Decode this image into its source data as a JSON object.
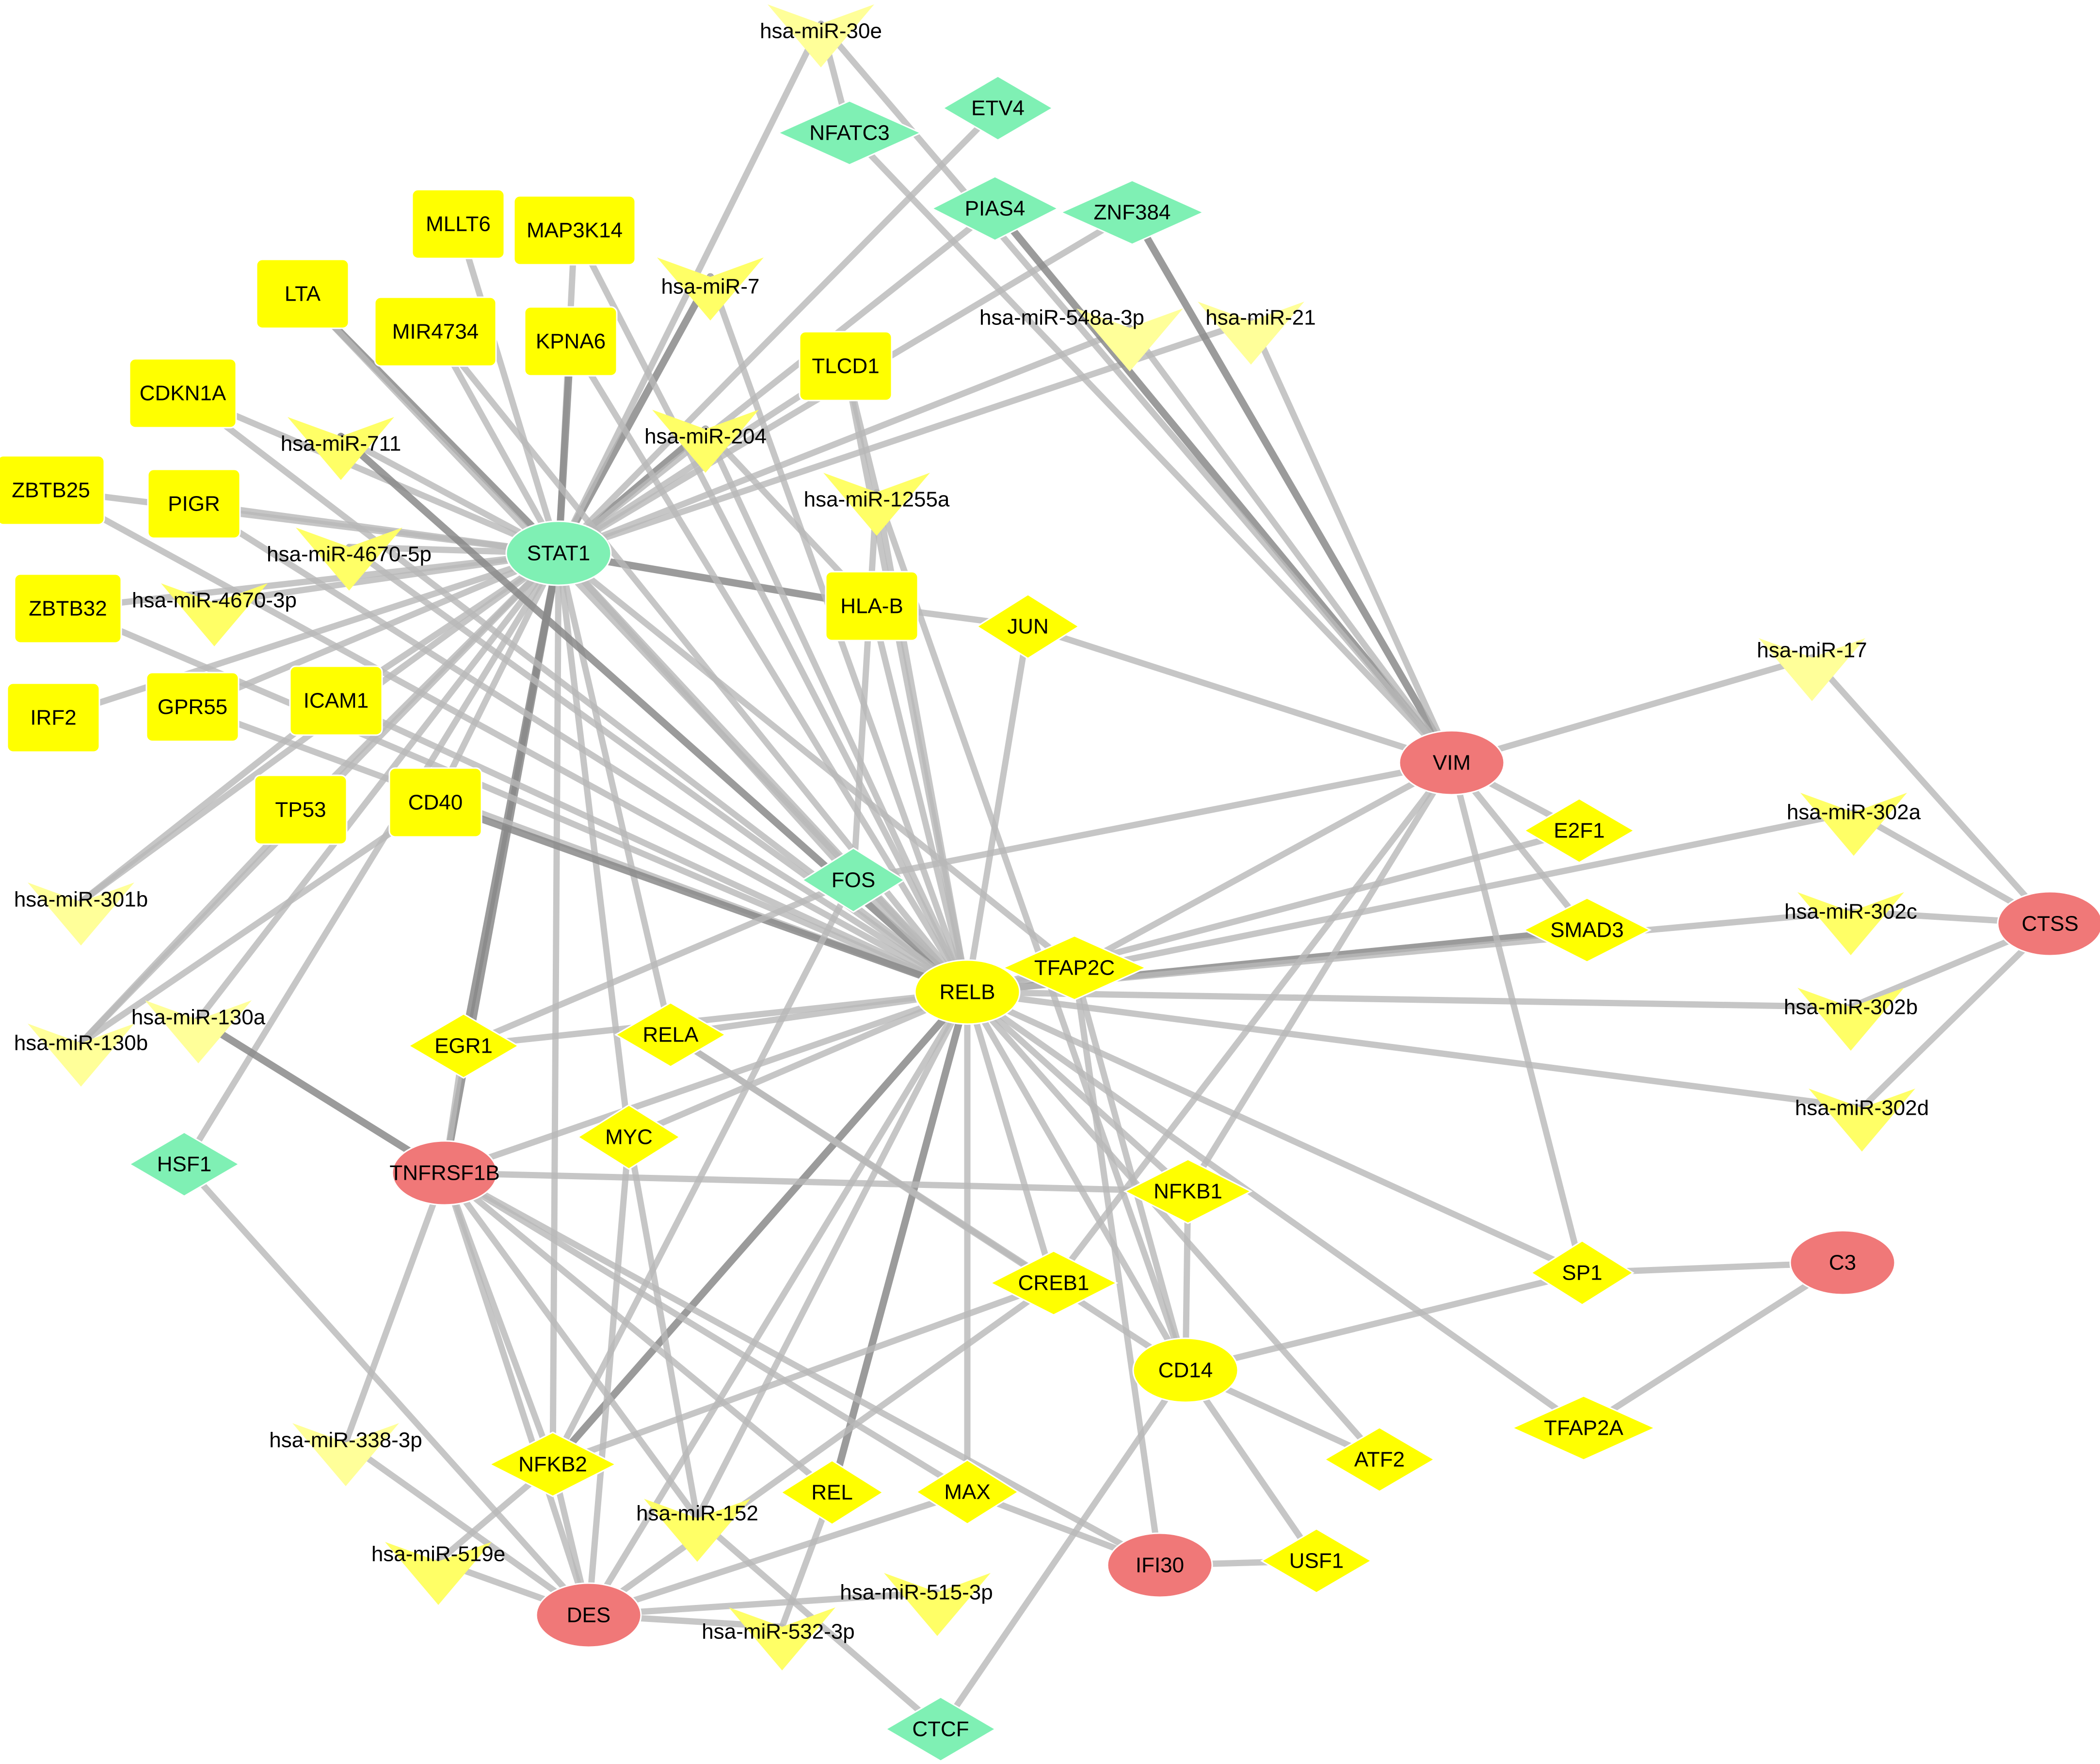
{
  "colors": {
    "edge": "#b8b8b8",
    "hub_edge": "#8a8a8a",
    "yellow": "#ffff00",
    "green": "#7ff0b4",
    "red": "#f07878",
    "mirna": "#ffff66",
    "mirna_faint": "#ffff99",
    "stroke": "#ffffff",
    "label": "#000000"
  },
  "nodes": [
    {
      "id": "STAT1",
      "label": "STAT1",
      "shape": "ellipse",
      "color": "green"
    },
    {
      "id": "RELB",
      "label": "RELB",
      "shape": "ellipse",
      "color": "yellow"
    },
    {
      "id": "CD14",
      "label": "CD14",
      "shape": "ellipse",
      "color": "yellow"
    },
    {
      "id": "VIM",
      "label": "VIM",
      "shape": "ellipse",
      "color": "red"
    },
    {
      "id": "CTSS",
      "label": "CTSS",
      "shape": "ellipse",
      "color": "red"
    },
    {
      "id": "C3",
      "label": "C3",
      "shape": "ellipse",
      "color": "red"
    },
    {
      "id": "TNFRSF1B",
      "label": "TNFRSF1B",
      "shape": "ellipse",
      "color": "red"
    },
    {
      "id": "DES",
      "label": "DES",
      "shape": "ellipse",
      "color": "red"
    },
    {
      "id": "IFI30",
      "label": "IFI30",
      "shape": "ellipse",
      "color": "red"
    },
    {
      "id": "MLLT6",
      "label": "MLLT6",
      "shape": "rect",
      "color": "yellow"
    },
    {
      "id": "MAP3K14",
      "label": "MAP3K14",
      "shape": "rect",
      "color": "yellow"
    },
    {
      "id": "LTA",
      "label": "LTA",
      "shape": "rect",
      "color": "yellow"
    },
    {
      "id": "MIR4734",
      "label": "MIR4734",
      "shape": "rect",
      "color": "yellow"
    },
    {
      "id": "KPNA6",
      "label": "KPNA6",
      "shape": "rect",
      "color": "yellow"
    },
    {
      "id": "TLCD1",
      "label": "TLCD1",
      "shape": "rect",
      "color": "yellow"
    },
    {
      "id": "CDKN1A",
      "label": "CDKN1A",
      "shape": "rect",
      "color": "yellow"
    },
    {
      "id": "ZBTB25",
      "label": "ZBTB25",
      "shape": "rect",
      "color": "yellow"
    },
    {
      "id": "PIGR",
      "label": "PIGR",
      "shape": "rect",
      "color": "yellow"
    },
    {
      "id": "ZBTB32",
      "label": "ZBTB32",
      "shape": "rect",
      "color": "yellow"
    },
    {
      "id": "IRF2",
      "label": "IRF2",
      "shape": "rect",
      "color": "yellow"
    },
    {
      "id": "GPR55",
      "label": "GPR55",
      "shape": "rect",
      "color": "yellow"
    },
    {
      "id": "ICAM1",
      "label": "ICAM1",
      "shape": "rect",
      "color": "yellow"
    },
    {
      "id": "TP53",
      "label": "TP53",
      "shape": "rect",
      "color": "yellow"
    },
    {
      "id": "CD40",
      "label": "CD40",
      "shape": "rect",
      "color": "yellow"
    },
    {
      "id": "HLA-B",
      "label": "HLA-B",
      "shape": "rect",
      "color": "yellow"
    },
    {
      "id": "NFATC3",
      "label": "NFATC3",
      "shape": "diamond",
      "color": "green"
    },
    {
      "id": "ETV4",
      "label": "ETV4",
      "shape": "diamond",
      "color": "green"
    },
    {
      "id": "PIAS4",
      "label": "PIAS4",
      "shape": "diamond",
      "color": "green"
    },
    {
      "id": "ZNF384",
      "label": "ZNF384",
      "shape": "diamond",
      "color": "green"
    },
    {
      "id": "FOS",
      "label": "FOS",
      "shape": "diamond",
      "color": "green"
    },
    {
      "id": "HSF1",
      "label": "HSF1",
      "shape": "diamond",
      "color": "green"
    },
    {
      "id": "CTCF",
      "label": "CTCF",
      "shape": "diamond",
      "color": "green"
    },
    {
      "id": "JUN",
      "label": "JUN",
      "shape": "diamond",
      "color": "yellow"
    },
    {
      "id": "E2F1",
      "label": "E2F1",
      "shape": "diamond",
      "color": "yellow"
    },
    {
      "id": "SMAD3",
      "label": "SMAD3",
      "shape": "diamond",
      "color": "yellow"
    },
    {
      "id": "TFAP2C",
      "label": "TFAP2C",
      "shape": "diamond",
      "color": "yellow"
    },
    {
      "id": "EGR1",
      "label": "EGR1",
      "shape": "diamond",
      "color": "yellow"
    },
    {
      "id": "RELA",
      "label": "RELA",
      "shape": "diamond",
      "color": "yellow"
    },
    {
      "id": "MYC",
      "label": "MYC",
      "shape": "diamond",
      "color": "yellow"
    },
    {
      "id": "NFKB1",
      "label": "NFKB1",
      "shape": "diamond",
      "color": "yellow"
    },
    {
      "id": "CREB1",
      "label": "CREB1",
      "shape": "diamond",
      "color": "yellow"
    },
    {
      "id": "SP1",
      "label": "SP1",
      "shape": "diamond",
      "color": "yellow"
    },
    {
      "id": "TFAP2A",
      "label": "TFAP2A",
      "shape": "diamond",
      "color": "yellow"
    },
    {
      "id": "ATF2",
      "label": "ATF2",
      "shape": "diamond",
      "color": "yellow"
    },
    {
      "id": "USF1",
      "label": "USF1",
      "shape": "diamond",
      "color": "yellow"
    },
    {
      "id": "NFKB2",
      "label": "NFKB2",
      "shape": "diamond",
      "color": "yellow"
    },
    {
      "id": "REL",
      "label": "REL",
      "shape": "diamond",
      "color": "yellow"
    },
    {
      "id": "MAX",
      "label": "MAX",
      "shape": "diamond",
      "color": "yellow"
    },
    {
      "id": "miR-30e",
      "label": "hsa-miR-30e",
      "shape": "v",
      "color": "mirna_faint"
    },
    {
      "id": "miR-7",
      "label": "hsa-miR-7",
      "shape": "v",
      "color": "mirna"
    },
    {
      "id": "miR-548a-3p",
      "label": "hsa-miR-548a-3p",
      "shape": "v",
      "color": "mirna_faint"
    },
    {
      "id": "miR-21",
      "label": "hsa-miR-21",
      "shape": "v",
      "color": "mirna_faint"
    },
    {
      "id": "miR-711",
      "label": "hsa-miR-711",
      "shape": "v",
      "color": "mirna"
    },
    {
      "id": "miR-204",
      "label": "hsa-miR-204",
      "shape": "v",
      "color": "mirna"
    },
    {
      "id": "miR-1255a",
      "label": "hsa-miR-1255a",
      "shape": "v",
      "color": "mirna"
    },
    {
      "id": "miR-4670-5p",
      "label": "hsa-miR-4670-5p",
      "shape": "v",
      "color": "mirna"
    },
    {
      "id": "miR-4670-3p",
      "label": "hsa-miR-4670-3p",
      "shape": "v",
      "color": "mirna"
    },
    {
      "id": "miR-17",
      "label": "hsa-miR-17",
      "shape": "v",
      "color": "mirna_faint"
    },
    {
      "id": "miR-302a",
      "label": "hsa-miR-302a",
      "shape": "v",
      "color": "mirna"
    },
    {
      "id": "miR-302c",
      "label": "hsa-miR-302c",
      "shape": "v",
      "color": "mirna"
    },
    {
      "id": "miR-302b",
      "label": "hsa-miR-302b",
      "shape": "v",
      "color": "mirna"
    },
    {
      "id": "miR-302d",
      "label": "hsa-miR-302d",
      "shape": "v",
      "color": "mirna"
    },
    {
      "id": "miR-301b",
      "label": "hsa-miR-301b",
      "shape": "v",
      "color": "mirna_faint"
    },
    {
      "id": "miR-130a",
      "label": "hsa-miR-130a",
      "shape": "v",
      "color": "mirna_faint"
    },
    {
      "id": "miR-130b",
      "label": "hsa-miR-130b",
      "shape": "v",
      "color": "mirna_faint"
    },
    {
      "id": "miR-338-3p",
      "label": "hsa-miR-338-3p",
      "shape": "v",
      "color": "mirna_faint"
    },
    {
      "id": "miR-519e",
      "label": "hsa-miR-519e",
      "shape": "v",
      "color": "mirna"
    },
    {
      "id": "miR-152",
      "label": "hsa-miR-152",
      "shape": "v",
      "color": "mirna"
    },
    {
      "id": "miR-515-3p",
      "label": "hsa-miR-515-3p",
      "shape": "v",
      "color": "mirna"
    },
    {
      "id": "miR-532-3p",
      "label": "hsa-miR-532-3p",
      "shape": "v",
      "color": "mirna"
    }
  ],
  "edges": [
    [
      "STAT1",
      "LTA"
    ],
    [
      "STAT1",
      "MLLT6"
    ],
    [
      "STAT1",
      "MAP3K14"
    ],
    [
      "STAT1",
      "MIR4734"
    ],
    [
      "STAT1",
      "KPNA6"
    ],
    [
      "STAT1",
      "TLCD1"
    ],
    [
      "STAT1",
      "CDKN1A"
    ],
    [
      "STAT1",
      "ZBTB25"
    ],
    [
      "STAT1",
      "PIGR"
    ],
    [
      "STAT1",
      "ZBTB32"
    ],
    [
      "STAT1",
      "IRF2"
    ],
    [
      "STAT1",
      "GPR55"
    ],
    [
      "STAT1",
      "ICAM1"
    ],
    [
      "STAT1",
      "TP53"
    ],
    [
      "STAT1",
      "CD40"
    ],
    [
      "STAT1",
      "HLA-B"
    ],
    [
      "STAT1",
      "miR-711"
    ],
    [
      "STAT1",
      "miR-4670-5p"
    ],
    [
      "STAT1",
      "miR-4670-3p"
    ],
    [
      "STAT1",
      "miR-204"
    ],
    [
      "STAT1",
      "miR-7"
    ],
    [
      "STAT1",
      "miR-30e"
    ],
    [
      "STAT1",
      "PIAS4"
    ],
    [
      "STAT1",
      "ETV4"
    ],
    [
      "STAT1",
      "ZNF384"
    ],
    [
      "STAT1",
      "miR-548a-3p"
    ],
    [
      "STAT1",
      "miR-21"
    ],
    [
      "STAT1",
      "FOS"
    ],
    [
      "STAT1",
      "RELB"
    ],
    [
      "STAT1",
      "EGR1"
    ],
    [
      "STAT1",
      "RELA"
    ],
    [
      "STAT1",
      "MYC"
    ],
    [
      "STAT1",
      "TFAP2C"
    ],
    [
      "STAT1",
      "miR-301b"
    ],
    [
      "STAT1",
      "miR-130a"
    ],
    [
      "STAT1",
      "miR-130b"
    ],
    [
      "STAT1",
      "HSF1"
    ],
    [
      "STAT1",
      "TNFRSF1B"
    ],
    [
      "STAT1",
      "NFKB2"
    ],
    [
      "RELB",
      "LTA"
    ],
    [
      "RELB",
      "MIR4734"
    ],
    [
      "RELB",
      "KPNA6"
    ],
    [
      "RELB",
      "MAP3K14"
    ],
    [
      "RELB",
      "CDKN1A"
    ],
    [
      "RELB",
      "ZBTB25"
    ],
    [
      "RELB",
      "PIGR"
    ],
    [
      "RELB",
      "ZBTB32"
    ],
    [
      "RELB",
      "GPR55"
    ],
    [
      "RELB",
      "ICAM1"
    ],
    [
      "RELB",
      "CD40"
    ],
    [
      "RELB",
      "miR-711"
    ],
    [
      "RELB",
      "miR-4670-5p"
    ],
    [
      "RELB",
      "miR-7"
    ],
    [
      "RELB",
      "miR-204"
    ],
    [
      "RELB",
      "miR-1255a"
    ],
    [
      "RELB",
      "TLCD1"
    ],
    [
      "RELB",
      "HLA-B"
    ],
    [
      "RELB",
      "JUN"
    ],
    [
      "RELB",
      "FOS"
    ],
    [
      "RELB",
      "TFAP2C"
    ],
    [
      "RELB",
      "E2F1"
    ],
    [
      "RELB",
      "SMAD3"
    ],
    [
      "RELB",
      "miR-302a"
    ],
    [
      "RELB",
      "miR-302c"
    ],
    [
      "RELB",
      "miR-302b"
    ],
    [
      "RELB",
      "miR-302d"
    ],
    [
      "RELB",
      "RELA"
    ],
    [
      "RELB",
      "EGR1"
    ],
    [
      "RELB",
      "MYC"
    ],
    [
      "RELB",
      "NFKB1"
    ],
    [
      "RELB",
      "CREB1"
    ],
    [
      "RELB",
      "SP1"
    ],
    [
      "RELB",
      "TFAP2A"
    ],
    [
      "RELB",
      "CD14"
    ],
    [
      "RELB",
      "ATF2"
    ],
    [
      "RELB",
      "NFKB2"
    ],
    [
      "RELB",
      "REL"
    ],
    [
      "RELB",
      "MAX"
    ],
    [
      "RELB",
      "miR-152"
    ],
    [
      "RELB",
      "DES"
    ],
    [
      "RELB",
      "TNFRSF1B"
    ],
    [
      "VIM",
      "PIAS4"
    ],
    [
      "VIM",
      "ZNF384"
    ],
    [
      "VIM",
      "NFATC3"
    ],
    [
      "VIM",
      "miR-548a-3p"
    ],
    [
      "VIM",
      "miR-21"
    ],
    [
      "VIM",
      "miR-30e"
    ],
    [
      "VIM",
      "FOS"
    ],
    [
      "VIM",
      "JUN"
    ],
    [
      "VIM",
      "miR-17"
    ],
    [
      "VIM",
      "E2F1"
    ],
    [
      "VIM",
      "SMAD3"
    ],
    [
      "VIM",
      "TFAP2C"
    ],
    [
      "VIM",
      "NFKB1"
    ],
    [
      "VIM",
      "CREB1"
    ],
    [
      "VIM",
      "SP1"
    ],
    [
      "CTSS",
      "miR-17"
    ],
    [
      "CTSS",
      "miR-302a"
    ],
    [
      "CTSS",
      "miR-302c"
    ],
    [
      "CTSS",
      "miR-302b"
    ],
    [
      "CTSS",
      "miR-302d"
    ],
    [
      "C3",
      "SP1"
    ],
    [
      "C3",
      "TFAP2A"
    ],
    [
      "CD14",
      "TFAP2C"
    ],
    [
      "CD14",
      "NFKB1"
    ],
    [
      "CD14",
      "SP1"
    ],
    [
      "CD14",
      "ATF2"
    ],
    [
      "CD14",
      "USF1"
    ],
    [
      "CD14",
      "CTCF"
    ],
    [
      "CD14",
      "miR-1255a"
    ],
    [
      "CD14",
      "RELA"
    ],
    [
      "IFI30",
      "USF1"
    ],
    [
      "IFI30",
      "MAX"
    ],
    [
      "IFI30",
      "TFAP2C"
    ],
    [
      "IFI30",
      "TNFRSF1B"
    ],
    [
      "TNFRSF1B",
      "NFKB1"
    ],
    [
      "TNFRSF1B",
      "miR-130a"
    ],
    [
      "TNFRSF1B",
      "miR-338-3p"
    ],
    [
      "TNFRSF1B",
      "NFKB2"
    ],
    [
      "TNFRSF1B",
      "miR-152"
    ],
    [
      "TNFRSF1B",
      "REL"
    ],
    [
      "TNFRSF1B",
      "MAX"
    ],
    [
      "TNFRSF1B",
      "DES"
    ],
    [
      "TNFRSF1B",
      "EGR1"
    ],
    [
      "DES",
      "miR-338-3p"
    ],
    [
      "DES",
      "miR-519e"
    ],
    [
      "DES",
      "NFKB2"
    ],
    [
      "DES",
      "MYC"
    ],
    [
      "DES",
      "MAX"
    ],
    [
      "DES",
      "miR-532-3p"
    ],
    [
      "DES",
      "miR-515-3p"
    ],
    [
      "DES",
      "HSF1"
    ],
    [
      "DES",
      "CREB1"
    ],
    [
      "FOS",
      "EGR1"
    ],
    [
      "FOS",
      "miR-1255a"
    ],
    [
      "NFKB2",
      "CREB1"
    ],
    [
      "NFKB2",
      "FOS"
    ],
    [
      "NFKB2",
      "miR-519e"
    ],
    [
      "MYC",
      "miR-152"
    ],
    [
      "RELA",
      "CREB1"
    ],
    [
      "REL",
      "miR-532-3p"
    ],
    [
      "CTCF",
      "miR-152"
    ],
    [
      "TP53",
      "miR-130b"
    ],
    [
      "CD40",
      "miR-130b"
    ],
    [
      "ICAM1",
      "miR-301b"
    ],
    [
      "NFATC3",
      "miR-30e"
    ],
    [
      "TLCD1",
      "miR-1255a"
    ],
    [
      "HLA-B",
      "JUN"
    ],
    [
      "miR-204",
      "HLA-B"
    ]
  ],
  "hub_edges": [
    [
      "STAT1",
      "LTA"
    ],
    [
      "STAT1",
      "KPNA6"
    ],
    [
      "STAT1",
      "miR-7"
    ],
    [
      "STAT1",
      "miR-204"
    ],
    [
      "STAT1",
      "TNFRSF1B"
    ],
    [
      "STAT1",
      "HLA-B"
    ],
    [
      "STAT1",
      "EGR1"
    ],
    [
      "RELB",
      "miR-711"
    ],
    [
      "RELB",
      "REL"
    ],
    [
      "RELB",
      "NFKB2"
    ],
    [
      "RELB",
      "SMAD3"
    ],
    [
      "VIM",
      "PIAS4"
    ],
    [
      "VIM",
      "ZNF384"
    ],
    [
      "TNFRSF1B",
      "miR-130a"
    ],
    [
      "RELB",
      "CD40"
    ]
  ]
}
